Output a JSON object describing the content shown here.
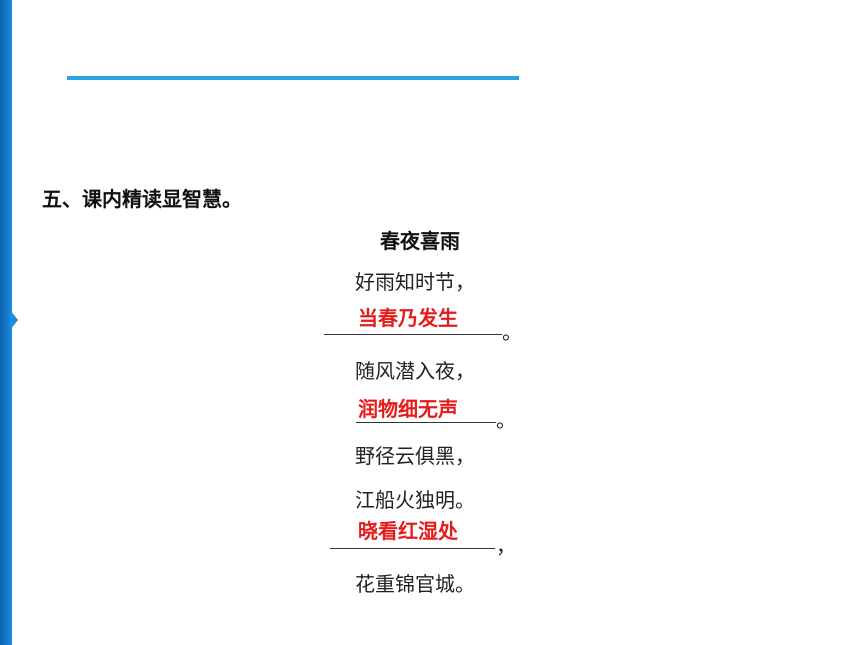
{
  "colors": {
    "accent": "#27a4e6",
    "answer": "#e51c1c",
    "sidebar": "#0a5fb0"
  },
  "section_heading": "五、课内精读显智慧。",
  "poem": {
    "title": "春夜喜雨",
    "lines": {
      "l1": "好雨知时节，",
      "l3": "随风潜入夜，",
      "l5": "野径云俱黑，",
      "l6": "江船火独明。",
      "l8": "花重锦官城。"
    },
    "blanks": {
      "b2": {
        "answer": "当春乃发生",
        "punct": "。"
      },
      "b4": {
        "answer": "润物细无声",
        "punct": "。"
      },
      "b7": {
        "answer": "晓看红湿处",
        "punct": "，"
      }
    }
  }
}
